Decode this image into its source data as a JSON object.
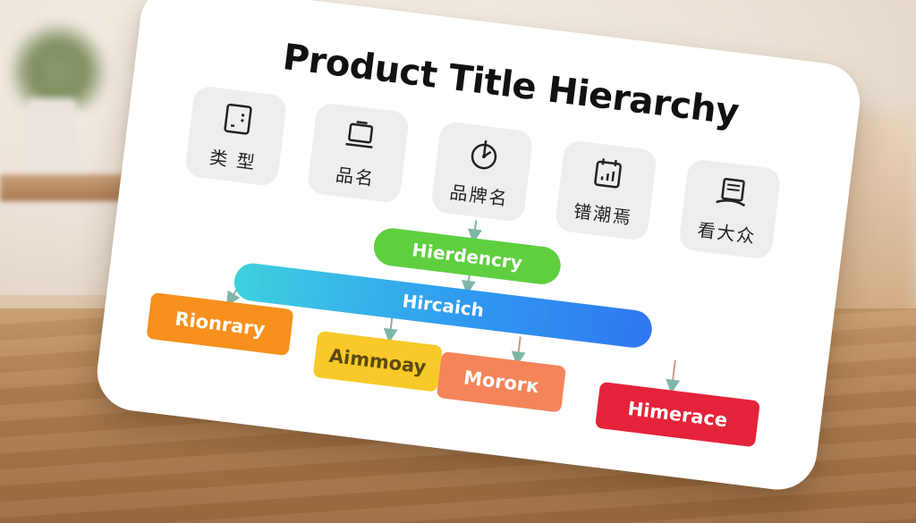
{
  "title": "Product Title Hierarchy",
  "icons": [
    {
      "icon": "document-icon",
      "label": "类 型"
    },
    {
      "icon": "monitor-icon",
      "label": "品名"
    },
    {
      "icon": "target-icon",
      "label": "品牌名"
    },
    {
      "icon": "calendar-chart-icon",
      "label": "镨潮焉"
    },
    {
      "icon": "book-icon",
      "label": "看大众"
    }
  ],
  "hierarchy": {
    "level1": "Hierdencry",
    "level2": "Hircaich",
    "level3": [
      "Rionrary",
      "Aimmoay",
      "Mororк",
      "Himerace"
    ]
  },
  "colors": {
    "green": "#5fcf3f",
    "blue": "#2f9af0",
    "orange": "#f7901c",
    "yellow": "#f8c928",
    "salmon": "#f4845a",
    "red": "#e5233a"
  }
}
